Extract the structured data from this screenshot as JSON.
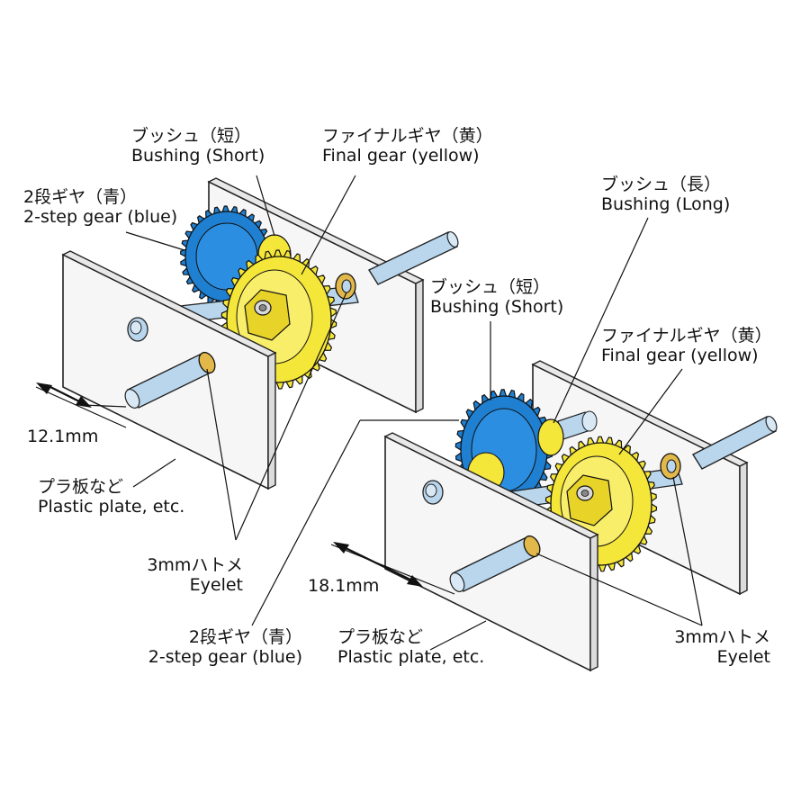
{
  "left_assembly": {
    "bushing_short": {
      "ja": "ブッシュ（短）",
      "en": "Bushing (Short)"
    },
    "final_gear": {
      "ja": "ファイナルギヤ（黄）",
      "en": "Final gear (yellow)"
    },
    "two_step_gear": {
      "ja": "2段ギヤ（青）",
      "en": "2-step gear (blue)"
    },
    "dimension": "12.1mm",
    "plate": {
      "ja": "プラ板など",
      "en": "Plastic plate, etc."
    },
    "eyelet": {
      "ja": "3mmハトメ",
      "en": "Eyelet"
    }
  },
  "right_assembly": {
    "bushing_long": {
      "ja": "ブッシュ（長）",
      "en": "Bushing (Long)"
    },
    "bushing_short": {
      "ja": "ブッシュ（短）",
      "en": "Bushing (Short)"
    },
    "final_gear": {
      "ja": "ファイナルギヤ（黄）",
      "en": "Final gear (yellow)"
    },
    "two_step_gear": {
      "ja": "2段ギヤ（青）",
      "en": "2-step gear (blue)"
    },
    "dimension": "18.1mm",
    "plate": {
      "ja": "プラ板など",
      "en": "Plastic plate, etc."
    },
    "eyelet": {
      "ja": "3mmハトメ",
      "en": "Eyelet"
    }
  },
  "colors": {
    "yellow_gear": "#f5e63a",
    "blue_gear": "#1f7fd0",
    "shaft": "#b9d6ec",
    "plate": "#f4f4f4",
    "eyelet": "#e2b84a"
  }
}
